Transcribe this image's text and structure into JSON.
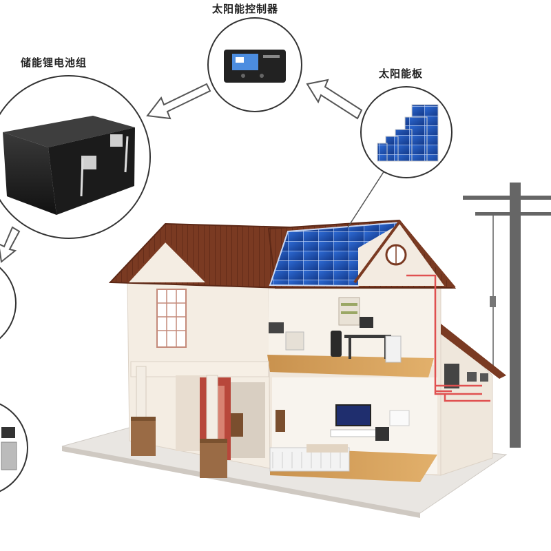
{
  "labels": {
    "controller": "太阳能控制器",
    "battery": "储能锂电池组",
    "panel": "太阳能板"
  },
  "components": [
    {
      "name": "solar-panel",
      "icon": "solar-panel-icon"
    },
    {
      "name": "solar-controller",
      "icon": "solar-controller-icon"
    },
    {
      "name": "lithium-battery-pack",
      "icon": "battery-icon"
    }
  ],
  "colors": {
    "roof_tile": "#7a3a22",
    "solar_panel": "#1f4fa8",
    "wall": "#f2ece4",
    "wiring": "#e05050",
    "floor": "#d9a35a",
    "pole": "#555555"
  }
}
